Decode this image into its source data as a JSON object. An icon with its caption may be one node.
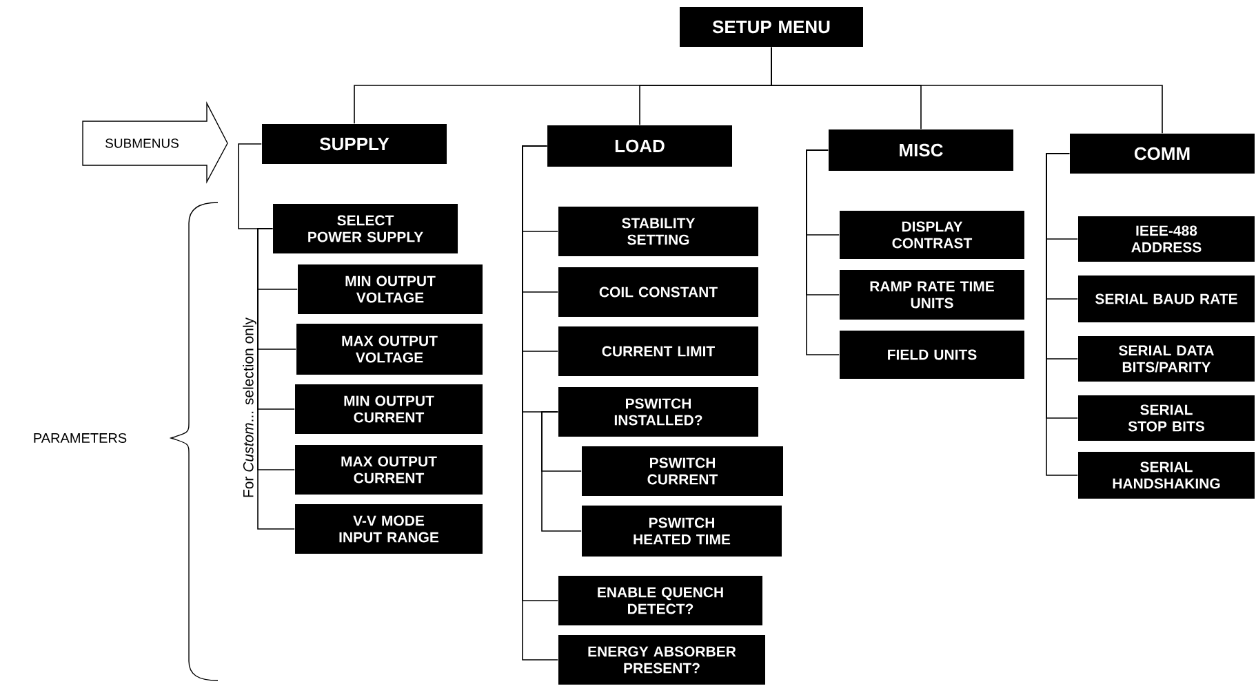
{
  "diagram": {
    "nodes": [
      {
        "text": [
          "SETUP MENU"
        ]
      },
      {
        "text": [
          "SUPPLY"
        ]
      },
      {
        "text": [
          "LOAD"
        ]
      },
      {
        "text": [
          "MISC"
        ]
      },
      {
        "text": [
          "COMM"
        ]
      },
      {
        "text": [
          "SELECT POWER SUPPLY"
        ]
      },
      {
        "text": [
          "MIN OUTPUT VOLTAGE"
        ]
      },
      {
        "text": [
          "MAX OUTPUT VOLTAGE"
        ]
      },
      {
        "text": [
          "MIN OUTPUT CURRENT"
        ]
      },
      {
        "text": [
          "MAX OUTPUT CURRENT"
        ]
      },
      {
        "text": [
          "V-V MODE INPUT RANGE"
        ]
      },
      {
        "text": [
          "STABILITY SETTING"
        ]
      },
      {
        "text": [
          "COIL CONSTANT"
        ]
      },
      {
        "text": [
          "CURRENT LIMIT"
        ]
      },
      {
        "text": [
          "PSWITCH INSTALLED?"
        ]
      },
      {
        "text": [
          "PSWITCH CURRENT"
        ]
      },
      {
        "text": [
          "PSWITCH HEATED TIME"
        ]
      },
      {
        "text": [
          "ENABLE QUENCH DETECT?"
        ]
      },
      {
        "text": [
          "ENERGY ABSORBER PRESENT?"
        ]
      },
      {
        "text": [
          "DISPLAY CONTRAST"
        ]
      },
      {
        "text": [
          "RAMP RATE TIME UNITS"
        ]
      },
      {
        "text": [
          "FIELD UNITS"
        ]
      },
      {
        "text": [
          "IEEE-488 ADDRESS"
        ]
      },
      {
        "text": [
          "SERIAL BAUD RATE"
        ]
      },
      {
        "text": [
          "SERIAL DATA BITS/PARITY"
        ]
      },
      {
        "text": [
          "SERIAL STOP BITS"
        ]
      },
      {
        "text": [
          "SERIAL HANDSHAKING"
        ]
      },
      {
        "text": [
          "SUBMENUS"
        ]
      }
    ],
    "edges": [
      {
        "from": 0,
        "to": 1,
        "arrow": "none"
      },
      {
        "from": 0,
        "to": 2,
        "arrow": "none"
      },
      {
        "from": 0,
        "to": 3,
        "arrow": "none"
      },
      {
        "from": 0,
        "to": 4,
        "arrow": "none"
      },
      {
        "from": 1,
        "to": 5,
        "arrow": "none"
      },
      {
        "from": 5,
        "to": 6,
        "arrow": "none"
      },
      {
        "from": 5,
        "to": 7,
        "arrow": "none"
      },
      {
        "from": 5,
        "to": 8,
        "arrow": "none"
      },
      {
        "from": 5,
        "to": 9,
        "arrow": "none"
      },
      {
        "from": 5,
        "to": 10,
        "arrow": "none"
      },
      {
        "from": 2,
        "to": 11,
        "arrow": "none"
      },
      {
        "from": 2,
        "to": 12,
        "arrow": "none"
      },
      {
        "from": 2,
        "to": 13,
        "arrow": "none"
      },
      {
        "from": 2,
        "to": 14,
        "arrow": "none"
      },
      {
        "from": 14,
        "to": 15,
        "arrow": "none"
      },
      {
        "from": 14,
        "to": 16,
        "arrow": "none"
      },
      {
        "from": 2,
        "to": 17,
        "arrow": "none"
      },
      {
        "from": 2,
        "to": 18,
        "arrow": "none"
      },
      {
        "from": 3,
        "to": 19,
        "arrow": "none"
      },
      {
        "from": 3,
        "to": 20,
        "arrow": "none"
      },
      {
        "from": 3,
        "to": 21,
        "arrow": "none"
      },
      {
        "from": 4,
        "to": 22,
        "arrow": "none"
      },
      {
        "from": 4,
        "to": 23,
        "arrow": "none"
      },
      {
        "from": 4,
        "to": 24,
        "arrow": "none"
      },
      {
        "from": 4,
        "to": 25,
        "arrow": "none"
      },
      {
        "from": 4,
        "to": 26,
        "arrow": "none"
      }
    ],
    "labels": [
      "For *Custom*... selection only",
      "PARAMETERS"
    ]
  }
}
